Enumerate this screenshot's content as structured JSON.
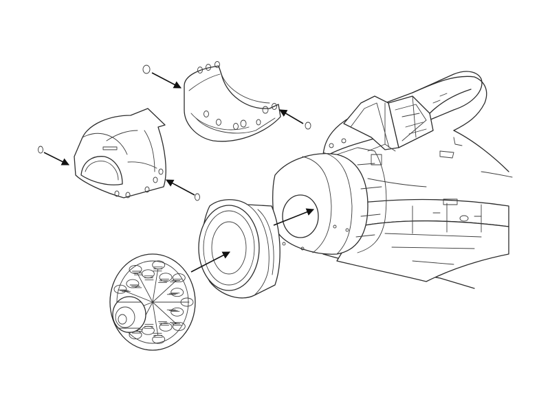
{
  "figure": {
    "type": "exploded-assembly-drawing",
    "parts": [
      {
        "id": "aircraft-fuselage-nose",
        "label": ""
      },
      {
        "id": "upper-cowling-panel",
        "label": ""
      },
      {
        "id": "lower-cowling-panel",
        "label": ""
      },
      {
        "id": "cowling-ring",
        "label": ""
      },
      {
        "id": "radial-engine",
        "label": ""
      }
    ],
    "colors": {
      "line": "#2b2b2b",
      "background": "#ffffff",
      "arrow": "#111111"
    }
  }
}
